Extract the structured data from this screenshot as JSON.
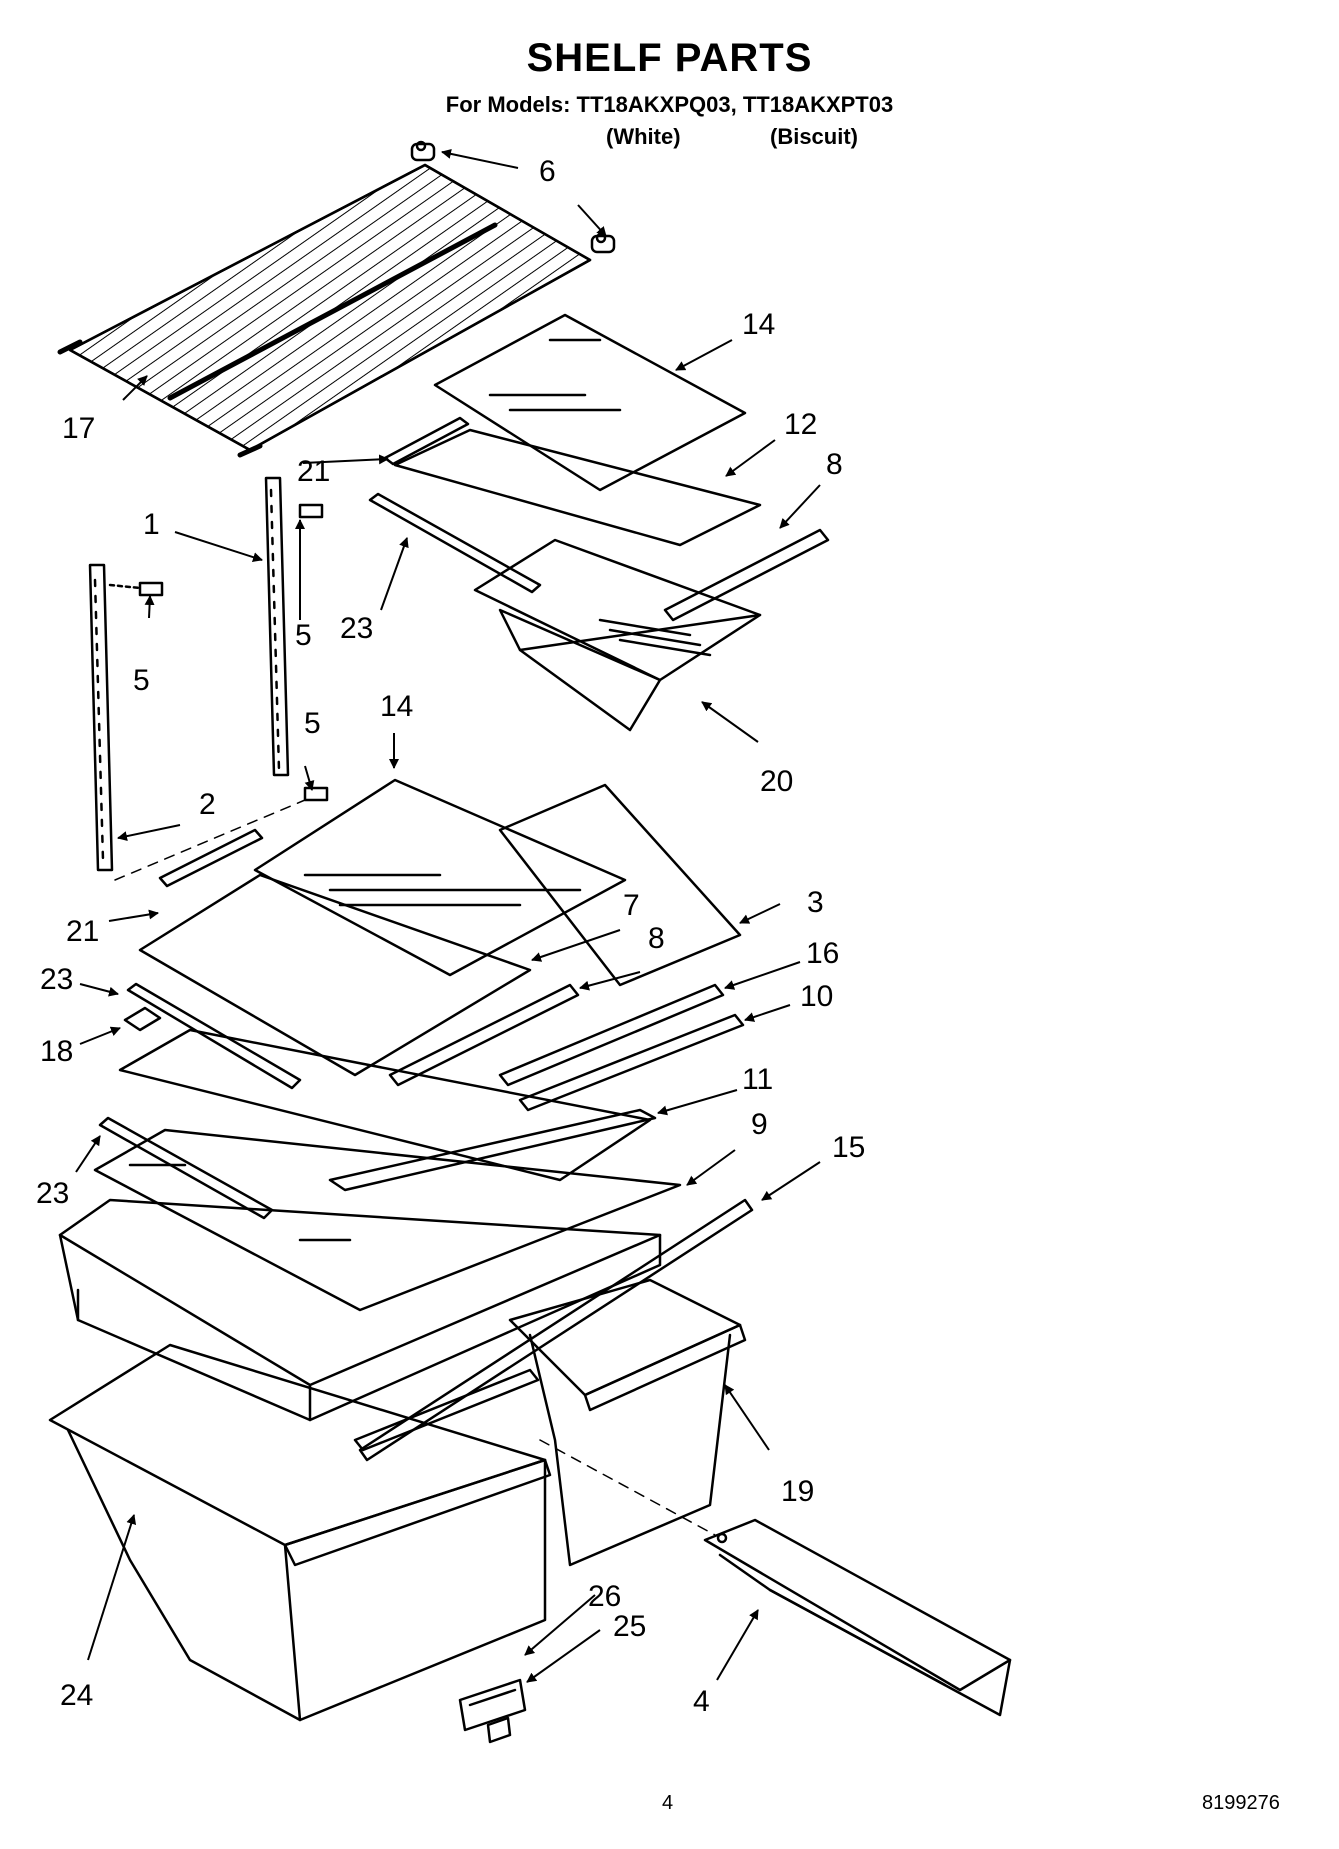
{
  "header": {
    "title": "SHELF PARTS",
    "models": "For Models: TT18AKXPQ03, TT18AKXPT03",
    "finish_white": "(White)",
    "finish_biscuit": "(Biscuit)"
  },
  "footer": {
    "page_number": "4",
    "doc_number": "8199276"
  },
  "callouts": {
    "c1": "1",
    "c2": "2",
    "c3": "3",
    "c4": "4",
    "c5a": "5",
    "c5b": "5",
    "c5c": "5",
    "c6": "6",
    "c7": "7",
    "c8a": "8",
    "c8b": "8",
    "c9": "9",
    "c10": "10",
    "c11": "11",
    "c12": "12",
    "c14a": "14",
    "c14b": "14",
    "c15": "15",
    "c16": "16",
    "c17": "17",
    "c18": "18",
    "c19": "19",
    "c20": "20",
    "c21a": "21",
    "c21b": "21",
    "c23a": "23",
    "c23b": "23",
    "c23c": "23",
    "c24": "24",
    "c25": "25",
    "c26": "26"
  }
}
